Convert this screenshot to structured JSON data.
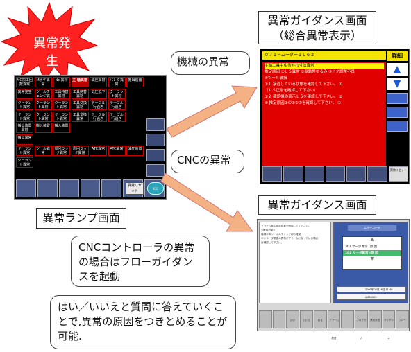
{
  "burst": {
    "label": "異常発生"
  },
  "lamp_screen": {
    "caption": "異常ランプ画面",
    "lamps": [
      "MC加工回数異常",
      "Mポケ異常",
      "Nc 異常",
      "主 軸異常",
      "油圧異常",
      "パレタ異常",
      "搬出装置",
      "異常発生",
      "ツールチェンジ異常",
      "工具持替異常",
      "工具持替異常",
      "気圧低下",
      "クーラント異常",
      "",
      "クーラント異常",
      "クーラント異常",
      "クーラント異常",
      "工具交換異常",
      "テーブル行過ぎ",
      "テーブル行過ぎ",
      "",
      "クーラント異常",
      "クーラント異常",
      "クーラント異常",
      "工具交換異常",
      "テーブル行過ぎ",
      "テーブル行過ぎ",
      "",
      "搬出装置異常",
      "搬入装置",
      "搬入装置",
      "",
      "",
      "",
      "",
      "搬出異常",
      "",
      "",
      "",
      "",
      "",
      "",
      "クーラント異常",
      "ツール異常",
      "周回ラック異常",
      "周回ラック異常",
      "ATC異常",
      "ATC異常",
      "油圧装置",
      "クーラント異常",
      "",
      "",
      "",
      "",
      "",
      ""
    ],
    "reset_label": "異常リセット",
    "eco_label": "ECO"
  },
  "arrow_labels": {
    "machine": "機械の異常",
    "cnc": "CNCの異常"
  },
  "guide_screen": {
    "caption": [
      "異常ガイダンス画面",
      "（総合異常表示）"
    ],
    "title_bar": "０７１－ムーター１Ｌ６２",
    "lines": [
      "主軸工具中ゆる外れ寸法異常",
      "推定原因 ①ＬＳ異常 ②振動整ゆるみ ③ドグ調整不良",
      "④ツール破損",
      "①１ 接近している状態を確認して下さい。 ①",
      "（ＬＳ正常を確認して下さい）",
      "①２ 確認機の表示ＬＳを確認して下さい。 ①",
      "④ 推定原因①の①②③を確認して下さい。 ①"
    ],
    "side_head": "詳細",
    "reset_label": "異常リセット"
  },
  "flow_screen": {
    "caption": "異常ガイダンス画面",
    "left_lines": [
      "アラーム発生時の処置を確認してください。",
      "<確認対象>",
      "機械本体ツールのチャック部の確認",
      "エンコーダ関連の異常がアラームとなっている場合",
      "は確認して下さい。"
    ],
    "list_header": "エラーコード",
    "list": [
      {
        "code": "301 サーボ異常 (原 因",
        "selected": false
      },
      {
        "code": "102 サーボ異常 (原 因",
        "selected": true
      }
    ],
    "info": [
      "2009年07月16日 11:40",
      "AM80002"
    ],
    "buttons": [
      "",
      "",
      "はい",
      "いいえ",
      "戻る",
      "アラーム履歴",
      "",
      "プログラム",
      "異常状態",
      "ガイダンス",
      "フロー"
    ]
  },
  "callout_cnc": "CNCコントローラの異常の場合はフローガイダンスを起動",
  "callout_yesno": "はい／いいえと質問に答えていくことで,異常の原因をつきとめることが可能."
}
